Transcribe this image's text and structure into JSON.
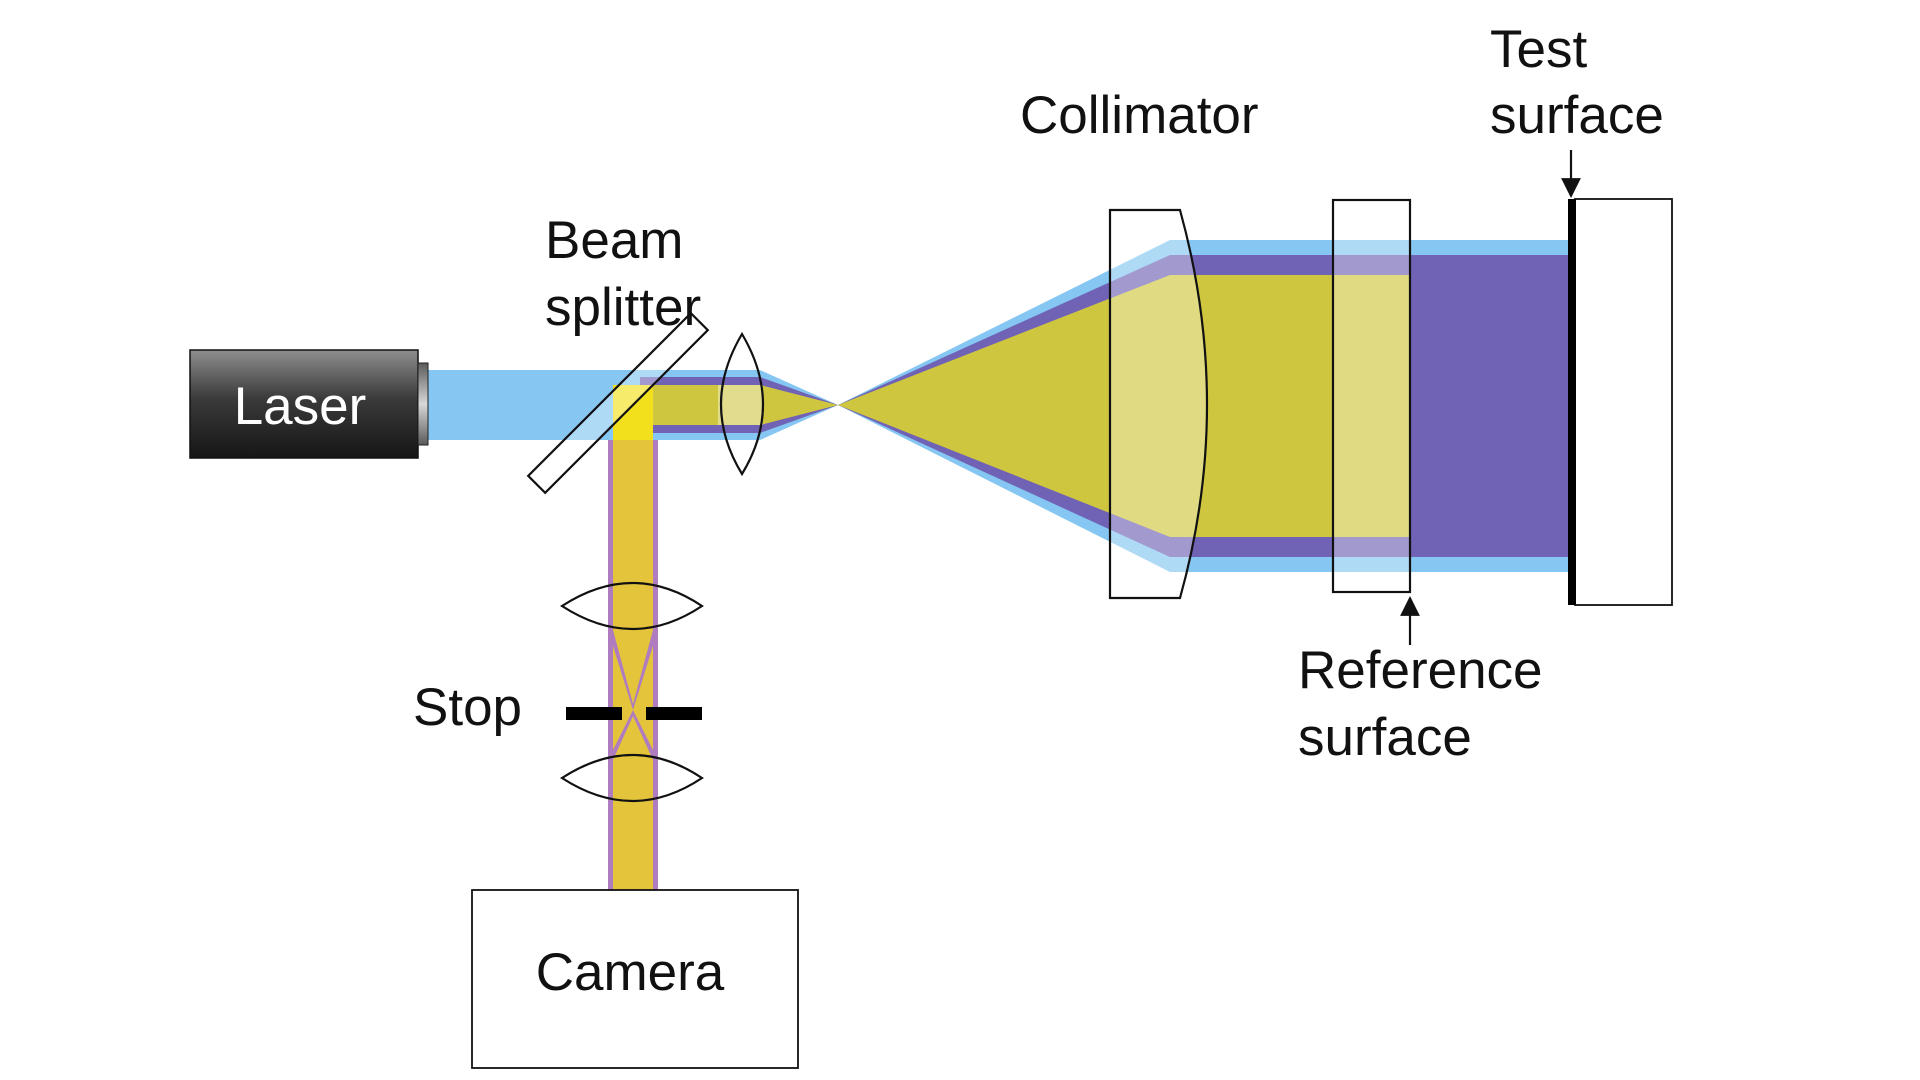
{
  "labels": {
    "laser": "Laser",
    "beam_splitter_line1": "Beam",
    "beam_splitter_line2": "splitter",
    "collimator": "Collimator",
    "test_surface_line1": "Test",
    "test_surface_line2": "surface",
    "reference_surface_line1": "Reference",
    "reference_surface_line2": "surface",
    "stop": "Stop",
    "camera": "Camera"
  },
  "colors": {
    "beam_blue": "#85c6f2",
    "beam_light_blue": "#b9e0f7",
    "beam_purple": "#7063b5",
    "beam_yellow": "#cfc640",
    "beam_pale_yellow": "#e2dd8c",
    "return_gold": "#e4c43a",
    "return_purple_edge": "#b07cc0",
    "splitter_yellow": "#f2e01c",
    "outline": "#111111"
  },
  "icons": {
    "laser": "laser-source-box",
    "splitter": "beam-splitter-plate",
    "lens": "biconvex-lens",
    "collimator": "plano-convex-collimator-lens",
    "stop": "aperture-stop",
    "camera": "camera-box"
  }
}
